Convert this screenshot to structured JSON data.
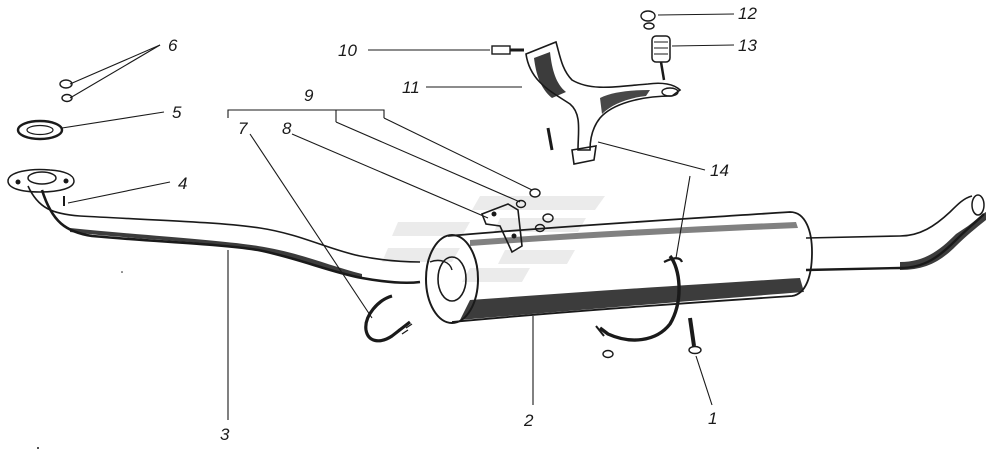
{
  "diagram": {
    "callouts": [
      {
        "id": "c1",
        "label": "1"
      },
      {
        "id": "c2",
        "label": "2"
      },
      {
        "id": "c3",
        "label": "3"
      },
      {
        "id": "c4",
        "label": "4"
      },
      {
        "id": "c5",
        "label": "5"
      },
      {
        "id": "c6",
        "label": "6"
      },
      {
        "id": "c7",
        "label": "7"
      },
      {
        "id": "c8",
        "label": "8"
      },
      {
        "id": "c9",
        "label": "9"
      },
      {
        "id": "c10",
        "label": "10"
      },
      {
        "id": "c11",
        "label": "11"
      },
      {
        "id": "c12",
        "label": "12"
      },
      {
        "id": "c13",
        "label": "13"
      },
      {
        "id": "c14",
        "label": "14"
      }
    ],
    "colors": {
      "ink": "#1a1a1a",
      "paper": "#ffffff",
      "watermark": "#c8c8c8"
    }
  }
}
